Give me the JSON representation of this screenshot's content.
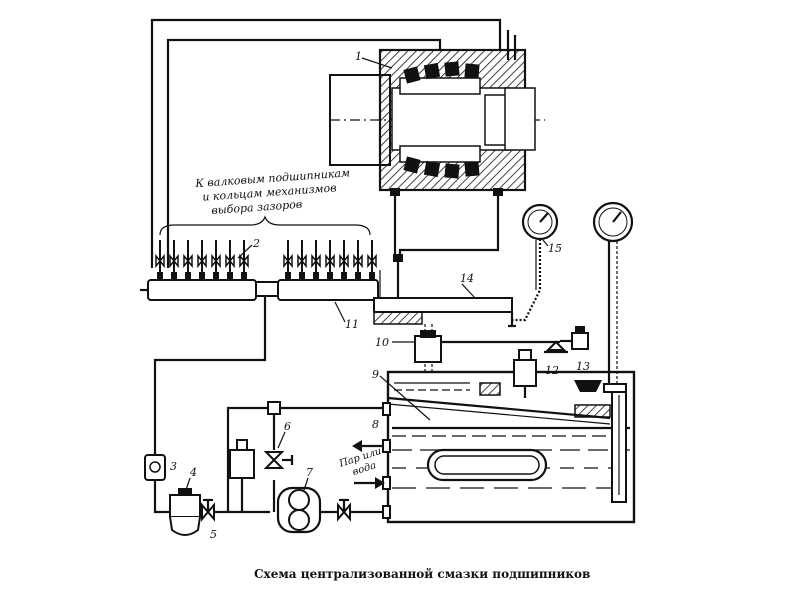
{
  "caption": "Схема централизованной смазки подшипников",
  "annotation": {
    "line1": "К валковым подшипникам",
    "line2": "и кольцам механизмов",
    "line3": "выбора зазоров"
  },
  "steam_label": {
    "line1": "Пар или",
    "line2": "вода"
  },
  "callouts": {
    "c1": "1",
    "c2": "2",
    "c3": "3",
    "c4": "4",
    "c5": "5",
    "c6": "6",
    "c7": "7",
    "c8": "8",
    "c9": "9",
    "c10": "10",
    "c11": "11",
    "c12": "12",
    "c13": "13",
    "c14": "14",
    "c15": "15"
  }
}
